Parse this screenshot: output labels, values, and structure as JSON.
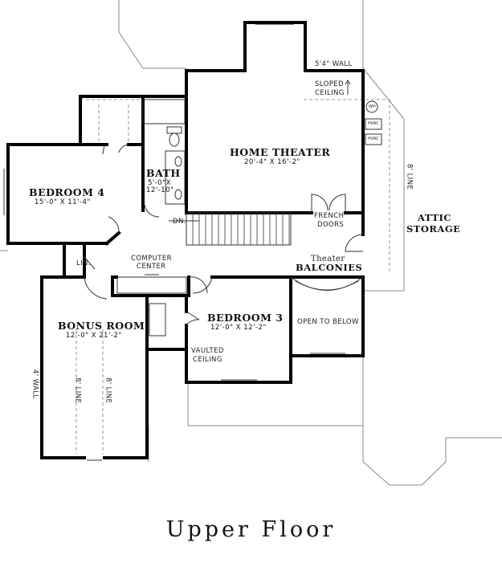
{
  "title": "Upper Floor",
  "rooms": {
    "home_theater": {
      "name": "HOME THEATER",
      "dims": "20'-4\" X 16'-2\""
    },
    "bedroom4": {
      "name": "BEDROOM 4",
      "dims": "15'-0\" X 11'-4\""
    },
    "bath": {
      "name": "BATH",
      "dims_line1": "5'-0\"X",
      "dims_line2": "12'-10\""
    },
    "bonus_room": {
      "name": "BONUS ROOM",
      "dims": "12'-0\" X 21'-2\""
    },
    "bedroom3": {
      "name": "BEDROOM 3",
      "dims": "12'-0\" X 12'-2\""
    },
    "attic_storage": {
      "line1": "ATTIC",
      "line2": "STORAGE"
    }
  },
  "notes": {
    "wall_54": "5'4\" WALL",
    "sloped_ceiling_1": "SLOPED",
    "sloped_ceiling_2": "CEILING",
    "line_8_attic": "8' LINE",
    "french_doors_1": "FRENCH",
    "french_doors_2": "DOORS",
    "theater": "Theater",
    "balconies": "BALCONIES",
    "computer_center_1": "COMPUTER",
    "computer_center_2": "CENTER",
    "dn": "DN.",
    "lin": "LIN.",
    "open_to_below": "OPEN TO BELOW",
    "vaulted_ceiling_1": "VAULTED",
    "vaulted_ceiling_2": "CEILING",
    "wall_4": "4' WALL",
    "line_8_a": "8' LINE",
    "line_8_b": "8' LINE",
    "wh": "WH",
    "hvac_1": "HVAC",
    "hvac_2": "HVAC"
  }
}
